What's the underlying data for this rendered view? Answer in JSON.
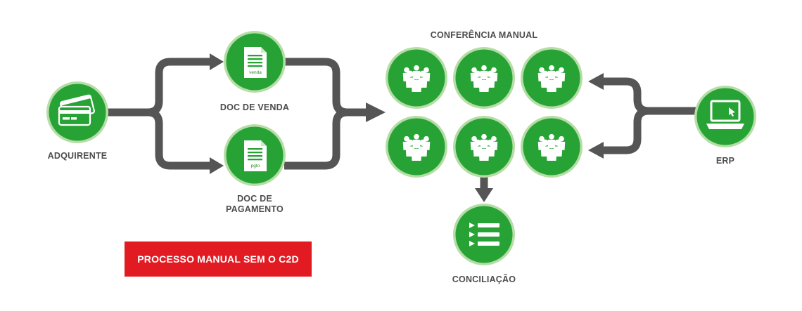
{
  "nodes": {
    "adquirente": {
      "label": "ADQUIRENTE",
      "icon": "credit-cards-icon"
    },
    "doc_venda": {
      "label": "DOC DE VENDA",
      "tag": "venda",
      "icon": "sales-document-icon"
    },
    "doc_pagamento": {
      "label_line1": "DOC DE",
      "label_line2": "PAGAMENTO",
      "tag": "pgto",
      "icon": "payment-document-icon"
    },
    "conferencia": {
      "label": "CONFERÊNCIA MANUAL",
      "icon": "team-icon"
    },
    "erp": {
      "label": "ERP",
      "icon": "laptop-icon"
    },
    "conciliacao": {
      "label": "CONCILIAÇÃO",
      "icon": "list-icon"
    }
  },
  "banner": {
    "text": "PROCESSO MANUAL SEM O C2D"
  },
  "colors": {
    "node_fill": "#27a336",
    "node_ring": "#b5dda6",
    "arrow": "#555555",
    "label": "#4d4d4d",
    "banner": "#e21b23"
  }
}
